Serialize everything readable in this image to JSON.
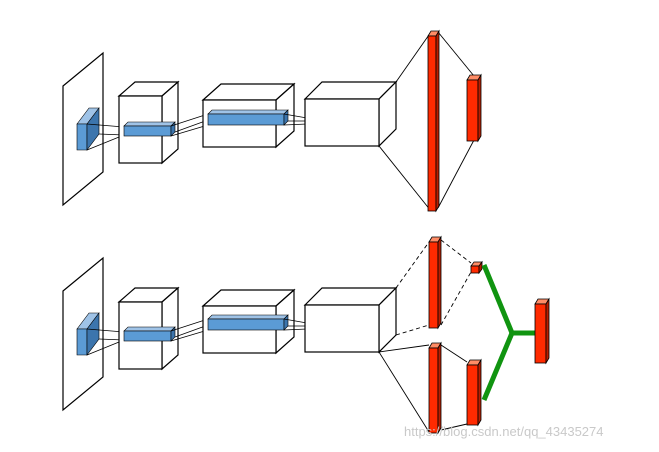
{
  "watermark": {
    "text": "https://blog.csdn.net/qq_43435274"
  },
  "colors": {
    "background": "#ffffff",
    "outline": "#000000",
    "box_face": "#ffffff",
    "filter_front": "#5b9bd5",
    "filter_top": "#9fc3e7",
    "filter_side": "#3c75ad",
    "fc_front": "#ff2a00",
    "fc_top": "#ff8c66",
    "fc_side": "#b81e00",
    "merge_branch": "#109410"
  },
  "diagrams": [
    {
      "name": "top-network",
      "fc_layers": 2,
      "branches": 1
    },
    {
      "name": "bottom-network",
      "fc_layers": 3,
      "branches": 2
    }
  ]
}
